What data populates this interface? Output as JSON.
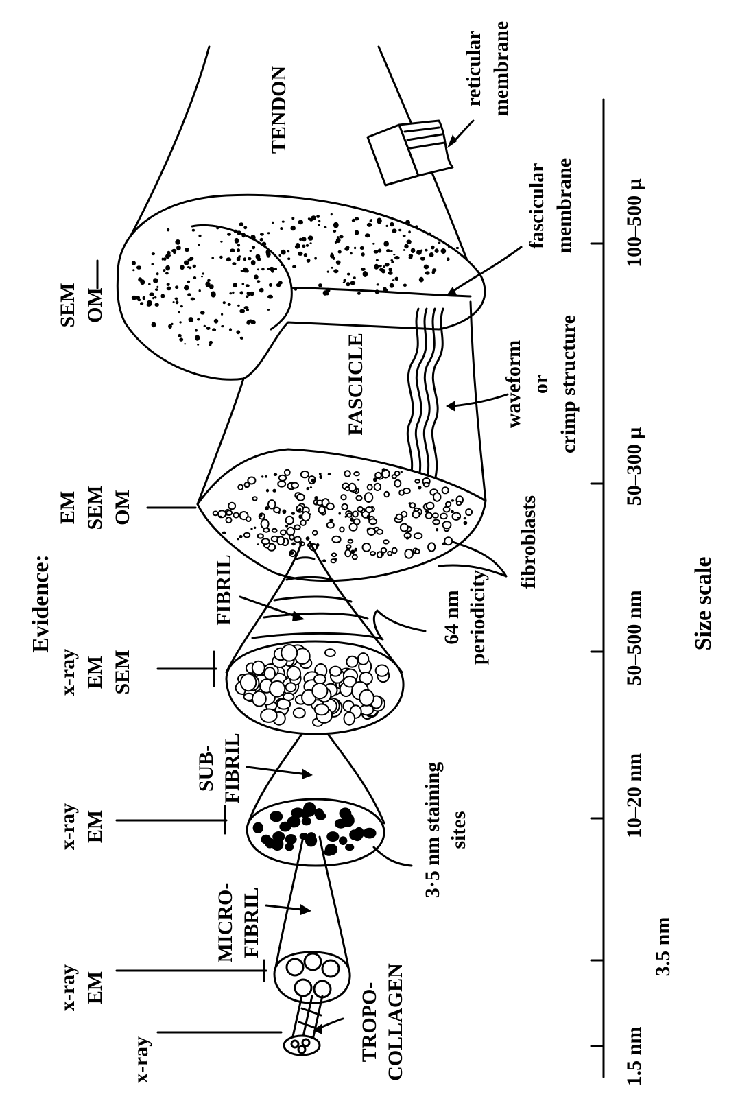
{
  "evidence_heading": "Evidence:",
  "evidence": {
    "tropocollagen": "x-ray",
    "microfibril": [
      "x-ray",
      "EM"
    ],
    "subfibril": [
      "x-ray",
      "EM"
    ],
    "fibril": [
      "x-ray",
      "EM",
      "SEM"
    ],
    "fascicle": [
      "EM",
      "SEM",
      "OM"
    ],
    "tendon": [
      "SEM",
      "OM"
    ]
  },
  "structures": {
    "tropocollagen": [
      "TROPO-",
      "COLLAGEN"
    ],
    "microfibril": [
      "MICRO-",
      "FIBRIL"
    ],
    "subfibril": [
      "SUB-",
      "FIBRIL"
    ],
    "fibril": "FIBRIL",
    "fascicle": "FASCICLE",
    "tendon": "TENDON"
  },
  "annotations": {
    "staining": [
      "3·5 nm staining",
      "sites"
    ],
    "periodicity": [
      "64 nm",
      "periodicity"
    ],
    "fibroblasts": "fibroblasts",
    "crimp": [
      "waveform",
      "or",
      "crimp structure"
    ],
    "fascicular": [
      "fascicular",
      "membrane"
    ],
    "reticular": [
      "reticular",
      "membrane"
    ]
  },
  "scale": {
    "title": "Size scale",
    "ticks": [
      "1.5 nm",
      "3.5 nm",
      "10–20 nm",
      "50–500 nm",
      "50–300 µ",
      "100–500 µ"
    ]
  }
}
